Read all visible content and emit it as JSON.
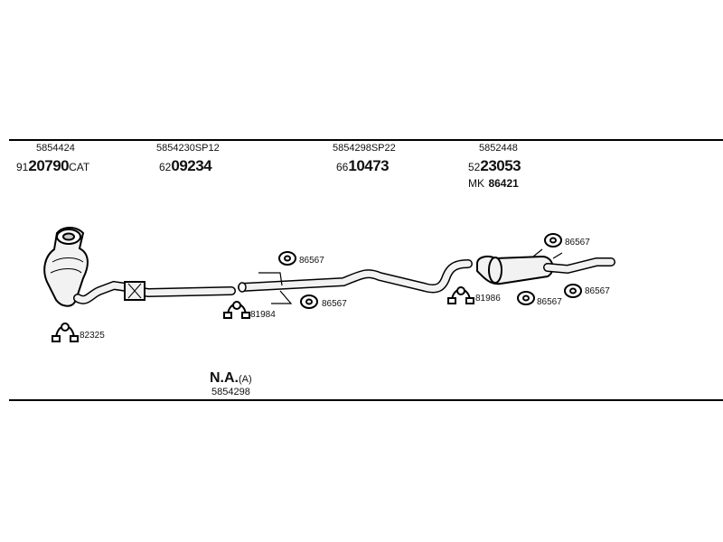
{
  "groups": [
    {
      "ref": "5854424",
      "prefix": "91",
      "number": "20790",
      "suffix": "CAT"
    },
    {
      "ref": "5854230SP12",
      "prefix": "62",
      "number": "09234",
      "suffix": ""
    },
    {
      "ref": "5854298SP22",
      "prefix": "66",
      "number": "10473",
      "suffix": ""
    },
    {
      "ref": "5852448",
      "prefix": "52",
      "number": "23053",
      "suffix": "",
      "kit_prefix": "MK",
      "kit_number": "86421"
    }
  ],
  "callouts": {
    "clamp_cat": "82325",
    "clamp_mid_1": "81984",
    "rubber_mid_1a": "86567",
    "rubber_mid_1b": "86567",
    "clamp_mid_2": "81986",
    "rubber_rear_top": "86567",
    "rubber_rear_a": "86567",
    "rubber_rear_b": "86567"
  },
  "footer": {
    "na": "N.A.",
    "na_variant": "(A)",
    "na_ref": "5854298"
  }
}
